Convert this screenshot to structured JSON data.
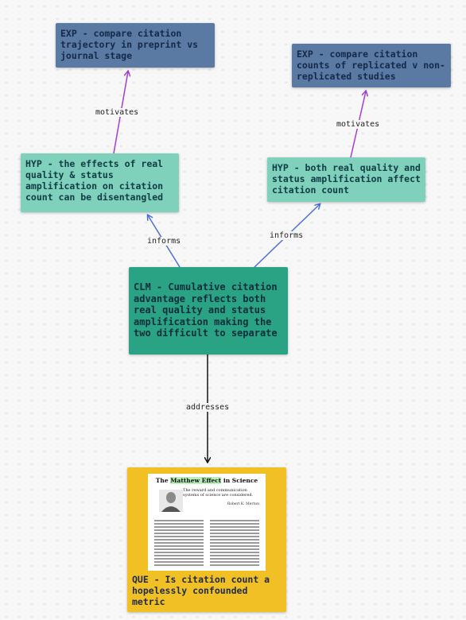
{
  "nodes": {
    "exp1": "EXP - compare citation trajectory in preprint vs journal stage",
    "exp2": "EXP - compare citation counts of replicated v non-replicated studies",
    "hyp1": "HYP - the effects of real quality & status amplification on citation count can be disentangled",
    "hyp2": "HYP - both real quality and status amplification affect citation count",
    "clm": "CLM - Cumulative citation advantage reflects both real quality and status amplification making the two difficult to separate",
    "que": "QUE - Is citation count a hopelessly confounded metric"
  },
  "edges": {
    "motivates_left": "motivates",
    "motivates_right": "motivates",
    "informs_left": "informs",
    "informs_right": "informs",
    "addresses": "addresses"
  },
  "paper": {
    "title_part1": "The ",
    "title_highlight": "Matthew Effect",
    "title_part2": " in Science",
    "subtitle": "The reward and communication systems of science are considered.",
    "author": "Robert K. Merton"
  },
  "colors": {
    "exp": "#5a7aa3",
    "hyp": "#7fd1bc",
    "clm": "#2aa284",
    "que": "#f1c024",
    "arrow_motivates": "#a33fd0",
    "arrow_informs": "#4a6fd6",
    "arrow_addresses": "#111111"
  }
}
